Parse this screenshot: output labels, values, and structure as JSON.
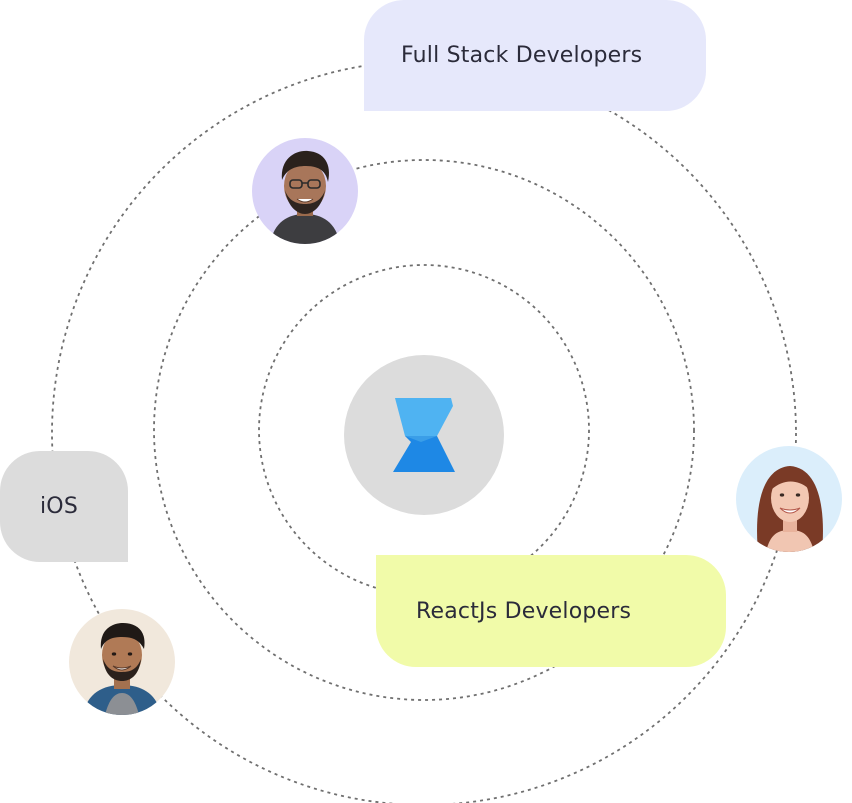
{
  "colors": {
    "orbit_stroke": "#6f6f6f",
    "hub_fill": "#dcdcdc",
    "logo_light": "#4fb3f2",
    "logo_dark": "#1e88e5",
    "fullstack_bubble": "#e6e8fb",
    "ios_bubble": "#dcdcdc",
    "react_bubble": "#f1fba9"
  },
  "center": {
    "logo_icon": "lightning-logo-icon"
  },
  "bubbles": {
    "fullstack": {
      "label": "Full Stack Developers"
    },
    "ios": {
      "label": "iOS"
    },
    "react": {
      "label": "ReactJs Developers"
    }
  },
  "avatars": [
    {
      "icon": "developer-avatar-glasses",
      "background": "#d9d3f7"
    },
    {
      "icon": "developer-avatar-woman",
      "background": "#dbeefb"
    },
    {
      "icon": "developer-avatar-man",
      "background": "#f1e8dc"
    }
  ]
}
